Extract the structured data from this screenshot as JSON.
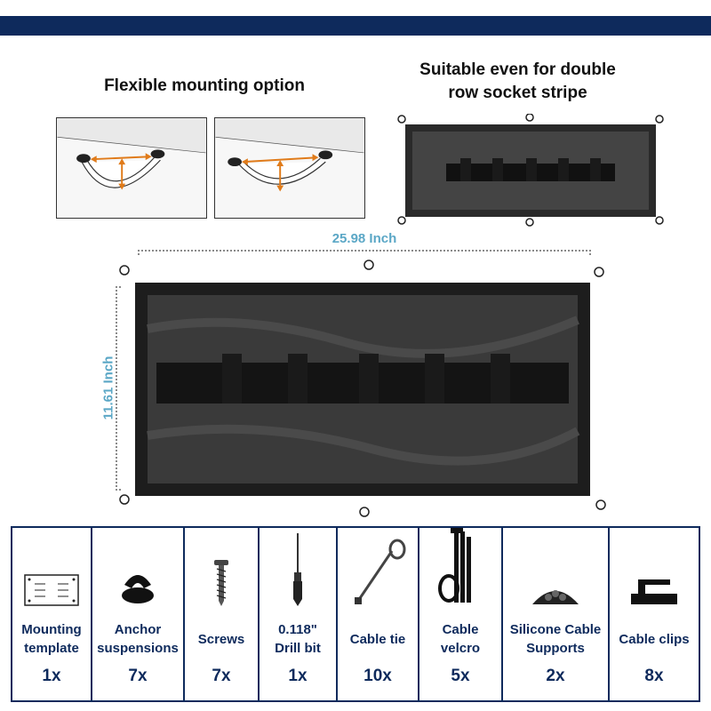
{
  "header": {
    "accent_color": "#0e2a5c",
    "left_heading": "Flexible mounting option",
    "right_heading_line1": "Suitable even for double",
    "right_heading_line2": "row socket stripe"
  },
  "dimensions": {
    "width": "25.98 Inch",
    "height": "11.61 Inch",
    "color": "#5ba7c6"
  },
  "parts": [
    {
      "icon": "mounting-template-icon",
      "label_line1": "Mounting",
      "label_line2": "template",
      "qty": "1x"
    },
    {
      "icon": "anchor-suspension-icon",
      "label_line1": "Anchor",
      "label_line2": "suspensions",
      "qty": "7x"
    },
    {
      "icon": "screw-icon",
      "label_line1": "Screws",
      "label_line2": "",
      "qty": "7x"
    },
    {
      "icon": "drill-bit-icon",
      "label_line1": "0.118\"",
      "label_line2": "Drill bit",
      "qty": "1x"
    },
    {
      "icon": "cable-tie-icon",
      "label_line1": "Cable tie",
      "label_line2": "",
      "qty": "10x"
    },
    {
      "icon": "cable-velcro-icon",
      "label_line1": "Cable velcro",
      "label_line2": "",
      "qty": "5x"
    },
    {
      "icon": "silicone-cable-support-icon",
      "label_line1": "Silicone Cable",
      "label_line2": "Supports",
      "qty": "2x"
    },
    {
      "icon": "cable-clip-icon",
      "label_line1": "Cable clips",
      "label_line2": "",
      "qty": "8x"
    }
  ]
}
